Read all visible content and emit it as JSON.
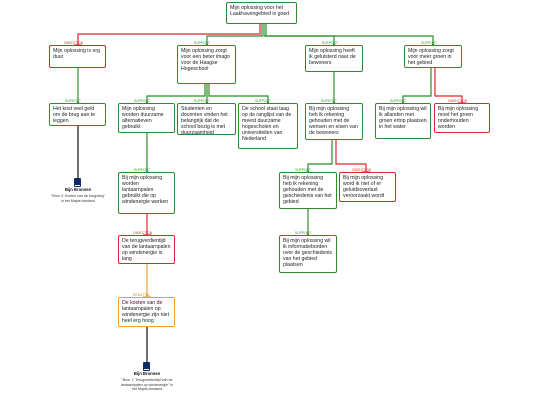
{
  "colors": {
    "support": "#2e8b2e",
    "objection": "#e0242a",
    "rebuttal": "#f0a02a",
    "source": "#0d2a66"
  },
  "nodes": {
    "root": "Mijn oplossing voor het Laakhavengebied is goed",
    "n1": "Mijn oplossing is erg duur",
    "n2": "Mijn oplossing zorgt voor een beter imago voor de Haagse Hogeschool",
    "n3": "Mijn oplossing heeft ik geluisterd naar de bewoners",
    "n4": "Mijn oplossing zorgt voor meer groen in het gebied",
    "n1a": "Het kost veel geld om de brug aan te leggen",
    "n2a": "Mijn oplossing worden duurzame alternatieven gebruikt",
    "n2b": "Studenten en docenten vinden het belangrijk dat de school bezig is met duurzaamheid",
    "n2c": "De school staat laag op de ranglijst van de meest duurzame hogescholen en universiteiten van Nederland",
    "n3a": "Bij mijn oplossing heb ik rekening gehouden met de wensen en eisen van de bewoners",
    "n4a": "Bij mijn oplossing wil ik allanden met groen ertop plaatsen in het water",
    "n4b": "Bij mijn oplossing moet het groen onderhouden worden",
    "n3a1": "Bij mijn oplossing heb ik rekening gehouden met de geschiedenis van het gebied",
    "n3a2": "Bij mijn oplossing word ik niet of er geluidsoverlast veroorzaakt wordt",
    "n2a1": "Bij mijn oplossing worden lantaarnpalen gebruikt die op windenergie werken",
    "n3a1a": "Bij mijn oplossing wil ik informatieborden over de geschiedenis van het gebied plaatsen",
    "n2a1o": "De terugverdientijd van de lantaarnpalen op windenergie is lang",
    "n2a1r": "De kosten van de lantaarnpalen op windenergie zijn niet heel erg hoog"
  },
  "relations": {
    "r_n1": "OBJECTION",
    "r_n2": "SUPPORT",
    "r_n3": "SUPPORT",
    "r_n4": "SUPPORT",
    "r_n1a": "SUPPORT",
    "r_n2a": "SUPPORT",
    "r_n2b": "SUPPORT",
    "r_n2c": "SUPPORT",
    "r_n3a": "SUPPORT",
    "r_n4a": "SUPPORT",
    "r_n4b": "OBJECTION",
    "r_n3a1": "SUPPORT",
    "r_n3a2": "OBJECTION",
    "r_n2a1": "SUPPORT",
    "r_n3a1a": "SUPPORT",
    "r_n2a1o": "OBJECTION",
    "r_n2a1r": "REBUTTAL"
  },
  "sources": {
    "s1": {
      "title": "Bijn Bronnen",
      "text": "\"Bron 3: Kosten van de brug/weg\" in het Mapte-bestand"
    },
    "s2": {
      "title": "Bijn Bronnen",
      "text": "\"Bron 7: Terugverdientijd van de lantaarnpalen op windenergie\" in het Mapte-bestand"
    }
  }
}
